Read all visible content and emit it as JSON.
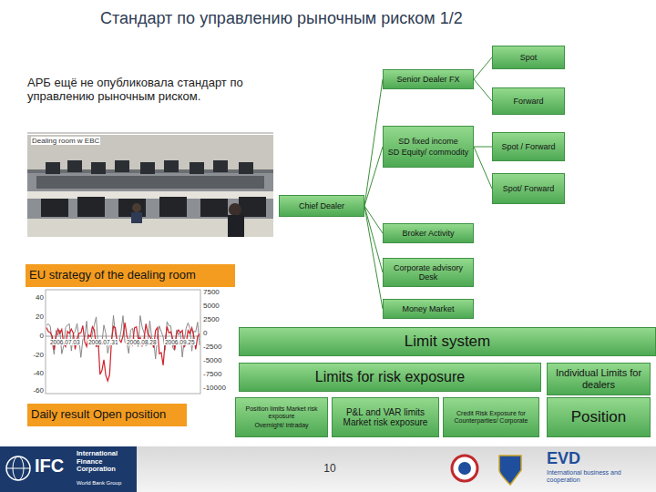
{
  "diagram": {
    "title": "Стандарт по управлению рыночным риском 1/2",
    "nodes": [
      {
        "text": [
          "Spot"
        ]
      },
      {
        "text": [
          "Senior Dealer FX"
        ]
      },
      {
        "text": [
          "Forward"
        ]
      },
      {
        "text": [
          "SD fixed income",
          "SD Equity/ commodity"
        ]
      },
      {
        "text": [
          "Spot / Forward"
        ]
      },
      {
        "text": [
          "Spot/ Forward"
        ]
      },
      {
        "text": [
          "Chief Dealer"
        ]
      },
      {
        "text": [
          "Broker Activity"
        ]
      },
      {
        "text": [
          "EU strategy of the dealing room"
        ]
      },
      {
        "text": [
          "Corporate advisory Desk"
        ]
      },
      {
        "text": [
          "Money Market"
        ]
      },
      {
        "text": [
          "Limit system"
        ]
      },
      {
        "text": [
          "Limits for risk exposure"
        ]
      },
      {
        "text": [
          "Individual Limits for dealers"
        ]
      },
      {
        "text": [
          "Daily result Open position"
        ]
      },
      {
        "text": [
          "Position limits Market risk exposure",
          "Overnight/ intraday"
        ]
      },
      {
        "text": [
          "P&L and VAR limits Market risk exposure"
        ]
      },
      {
        "text": [
          "Credit Risk Exposure for Counterparties/ Corporate"
        ]
      },
      {
        "text": [
          "Position"
        ]
      }
    ],
    "edges": [
      {
        "from": 6,
        "to": 1,
        "arrow": "none"
      },
      {
        "from": 6,
        "to": 3,
        "arrow": "none"
      },
      {
        "from": 6,
        "to": 7,
        "arrow": "none"
      },
      {
        "from": 6,
        "to": 9,
        "arrow": "none"
      },
      {
        "from": 6,
        "to": 10,
        "arrow": "none"
      },
      {
        "from": 1,
        "to": 0,
        "arrow": "none"
      },
      {
        "from": 1,
        "to": 2,
        "arrow": "none"
      },
      {
        "from": 3,
        "to": 4,
        "arrow": "none"
      },
      {
        "from": 3,
        "to": 5,
        "arrow": "none"
      }
    ],
    "labels": [
      "АРБ ещё не опубликовала стандарт по управлению рыночным риском.",
      "Dealing room w EBC",
      "40",
      "20",
      "0",
      "-20",
      "-40",
      "-60",
      "7500",
      "5000",
      "2500",
      "0",
      "-2500",
      "-5000",
      "-7500",
      "-10000",
      "2006.07.03",
      "2006.07.31",
      "2006.08.28",
      "2006.09.25",
      "10",
      "IFC",
      "International Finance Corporation",
      "World Bank Group",
      "EVD",
      "International business and cooperation"
    ]
  }
}
